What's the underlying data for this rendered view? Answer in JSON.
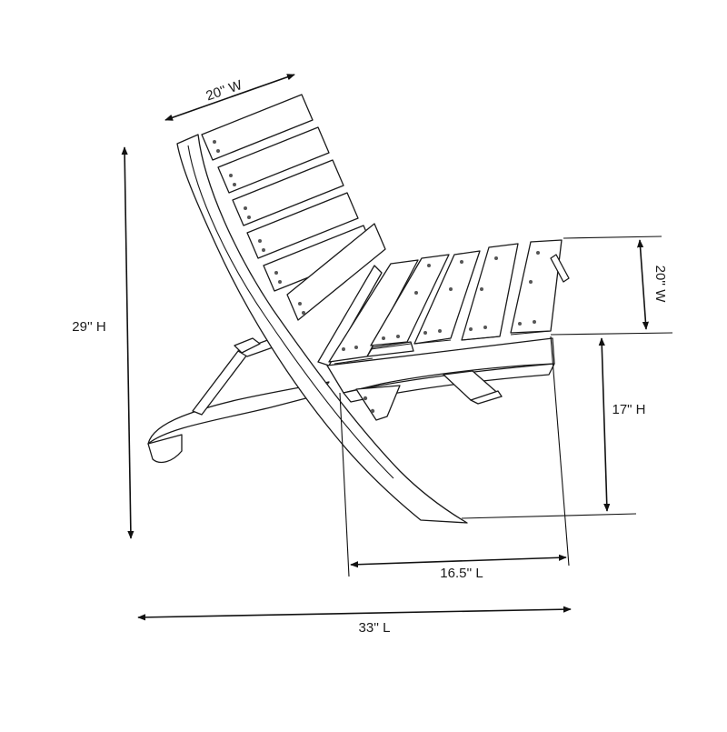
{
  "diagram": {
    "dimensions": {
      "back_width": "20'' W",
      "overall_height": "29'' H",
      "seat_width": "20'' W",
      "seat_height": "17\" H",
      "seat_depth": "16.5'' L",
      "overall_length": "33'' L"
    }
  }
}
